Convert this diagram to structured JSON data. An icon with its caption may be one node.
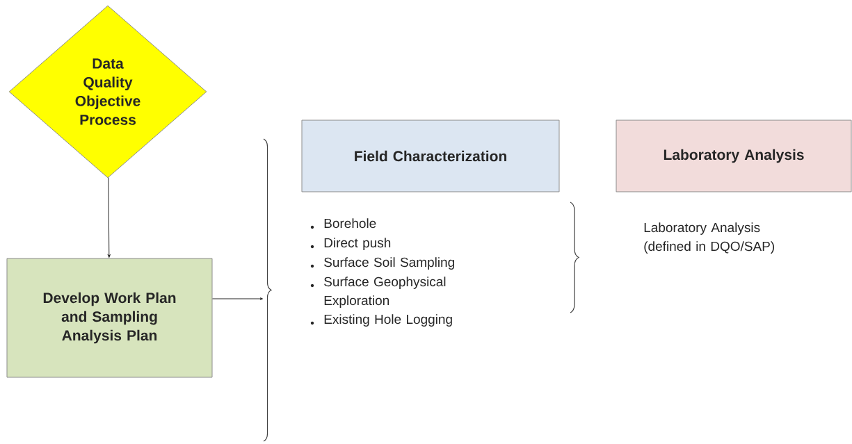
{
  "diagram": {
    "nodes": [
      {
        "text": [
          "Data Quality Objective Process"
        ]
      },
      {
        "text": [
          "Develop Work Plan and Sampling Analysis Plan"
        ]
      },
      {
        "text": [],
        "shape": "brace"
      },
      {
        "text": [
          "Field Characterization"
        ]
      },
      {
        "text": [
          "Laboratory Analysis"
        ]
      }
    ],
    "edges": [
      {
        "from": 0,
        "to": 1,
        "arrow": "to"
      },
      {
        "from": 1,
        "to": 2,
        "arrow": "to"
      }
    ],
    "labels": [
      "Borehole",
      "Direct push",
      "Surface Soil Sampling",
      "Surface Geophysical Exploration",
      "Existing Hole Logging",
      "Laboratory Analysis (defined in DQO/SAP)"
    ]
  }
}
